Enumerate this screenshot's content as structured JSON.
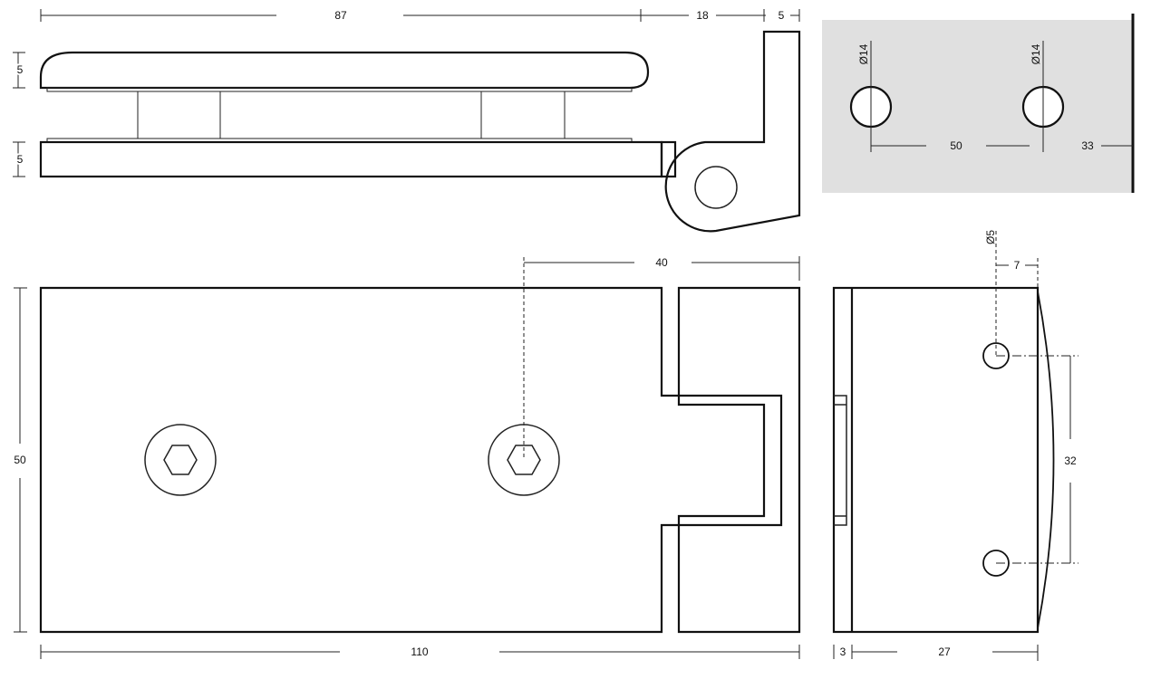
{
  "title": "Glass door hinge technical drawing",
  "colors": {
    "panel_fill": "#e0e0e0",
    "line": "#111111"
  },
  "top_view": {
    "dim_length": "87",
    "dim_hinge": "18",
    "dim_hinge_wall": "5",
    "dim_top_plate": "5",
    "dim_bottom_plate": "5"
  },
  "glass_panel": {
    "hole_left_dia": "Ø14",
    "hole_right_dia": "Ø14",
    "dim_hole_spacing": "50",
    "dim_edge_offset": "33"
  },
  "front_view": {
    "dim_screw_offset": "40",
    "dim_height": "50",
    "dim_width": "110"
  },
  "side_view": {
    "hole_dia": "Ø5",
    "dim_hole_edge": "7",
    "dim_hole_spacing": "32",
    "dim_thin": "3",
    "dim_depth": "27"
  }
}
